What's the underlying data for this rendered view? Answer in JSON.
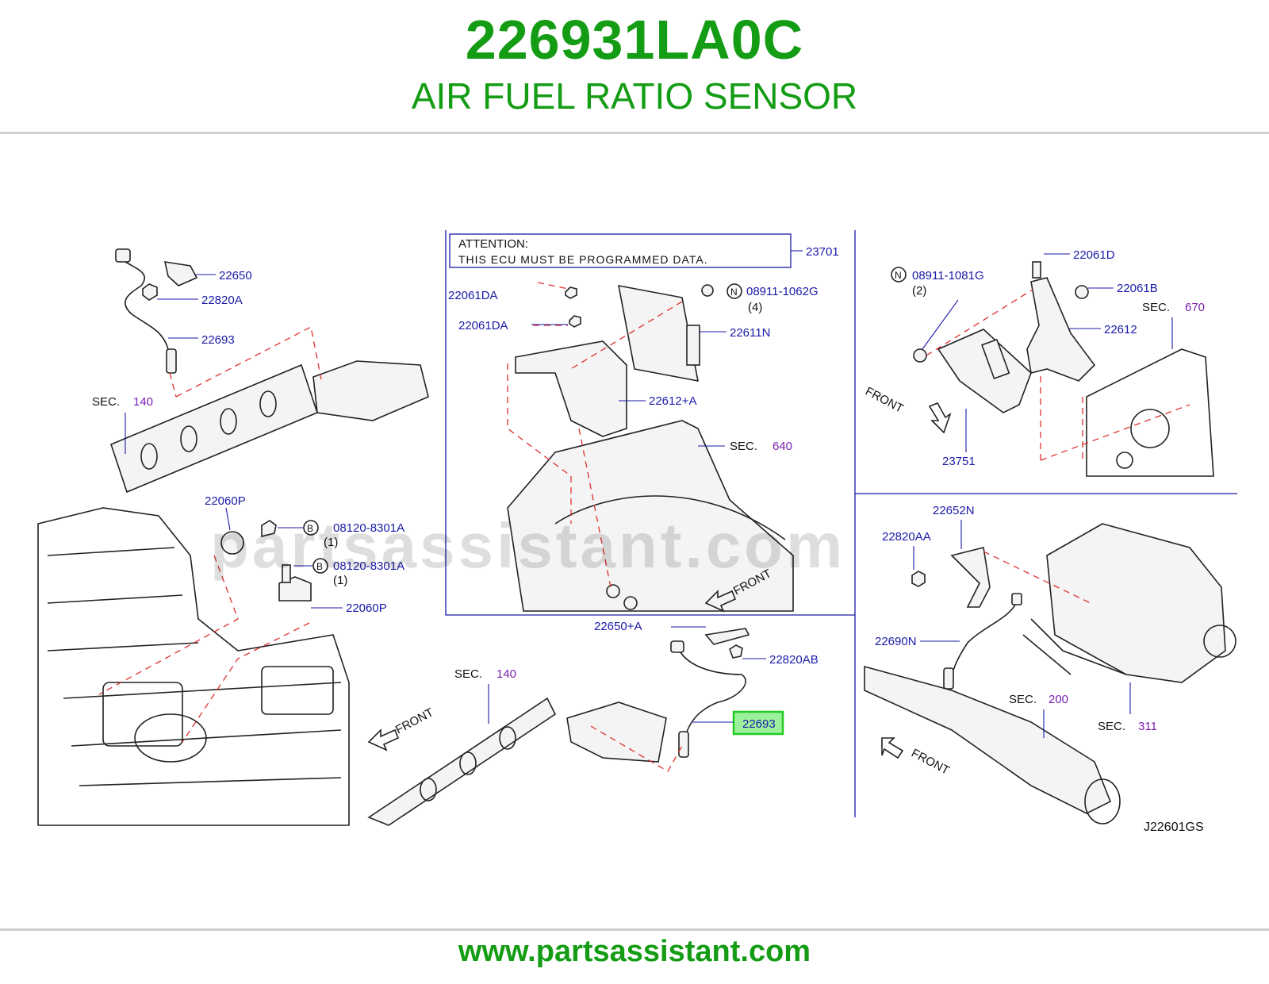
{
  "header": {
    "part_number": "226931LA0C",
    "part_name": "AIR FUEL RATIO SENSOR"
  },
  "diagram": {
    "watermark": "partsassistant.com",
    "attention_title": "ATTENTION:",
    "attention_text": "THIS ECU MUST BE PROGRAMMED DATA.",
    "diagram_code": "J22601GS",
    "highlighted_part": "22693",
    "front_label": "FRONT",
    "sec_label": "SEC.",
    "callouts": {
      "c22650": "22650",
      "c22820A": "22820A",
      "c22693_top": "22693",
      "c22060P_a": "22060P",
      "c08120_a": "08120-8301A",
      "c08120_a_qty": "(1)",
      "c08120_b": "08120-8301A",
      "c08120_b_qty": "(1)",
      "c22060P_b": "22060P",
      "c23701": "23701",
      "c22061DA_a": "22061DA",
      "c22061DA_b": "22061DA",
      "c08911_1062G": "08911-1062G",
      "c08911_1062G_qty": "(4)",
      "c22611N": "22611N",
      "c22612A": "22612+A",
      "c22650A": "22650+A",
      "c22820AB": "22820AB",
      "c08911_1081G": "08911-1081G",
      "c08911_1081G_qty": "(2)",
      "c22061D": "22061D",
      "c22061B": "22061B",
      "c22612": "22612",
      "c23751": "23751",
      "c22652N": "22652N",
      "c22820AA": "22820AA",
      "c22690N": "22690N",
      "prefix_N_a": "N",
      "prefix_N_b": "N",
      "prefix_B_a": "B",
      "prefix_B_b": "B"
    },
    "sections": {
      "s140_a": "140",
      "s640": "640",
      "s670": "670",
      "s140_b": "140",
      "s200": "200",
      "s311": "311"
    }
  },
  "footer": {
    "url": "www.partsassistant.com"
  },
  "colors": {
    "brand_green": "#149c14",
    "callout_blue": "#1a1aa8",
    "section_purple": "#7a1fb0",
    "dash_red": "#e03030",
    "highlight_box": "#22cc22"
  }
}
